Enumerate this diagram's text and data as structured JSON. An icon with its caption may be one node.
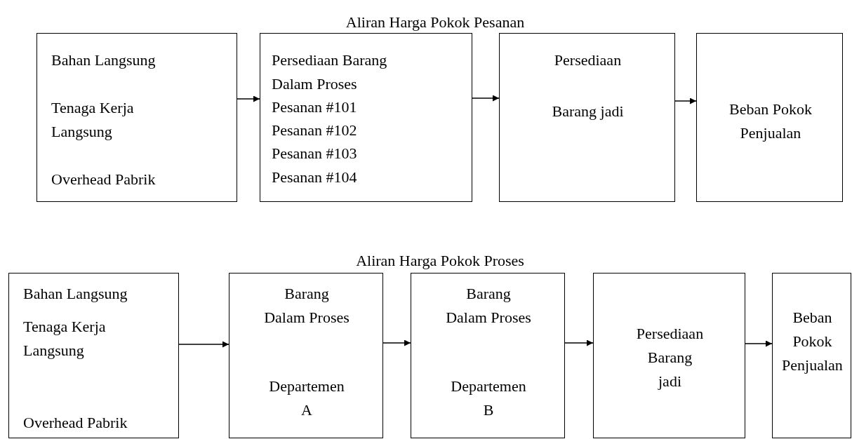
{
  "diagram": {
    "nodes": [
      {
        "text": [
          "Bahan Langsung",
          "Tenaga Kerja Langsung",
          "Overhead Pabrik"
        ]
      },
      {
        "text": [
          "Persediaan Barang Dalam Proses",
          "Pesanan #101",
          "Pesanan #102",
          "Pesanan #103",
          "Pesanan #104"
        ]
      },
      {
        "text": [
          "Persediaan",
          "Barang jadi"
        ]
      },
      {
        "text": [
          "Beban Pokok Penjualan"
        ]
      },
      {
        "text": [
          "Bahan Langsung",
          "Tenaga Kerja Langsung",
          "Overhead Pabrik"
        ]
      },
      {
        "text": [
          "Barang Dalam Proses",
          "Departemen A"
        ]
      },
      {
        "text": [
          "Barang Dalam Proses",
          "Departemen B"
        ]
      },
      {
        "text": [
          "Persediaan Barang jadi"
        ]
      },
      {
        "text": [
          "Beban Pokok Penjualan"
        ]
      }
    ],
    "edges": [
      {
        "from": 0,
        "to": 1,
        "arrow": "to"
      },
      {
        "from": 1,
        "to": 2,
        "arrow": "to"
      },
      {
        "from": 2,
        "to": 3,
        "arrow": "to"
      },
      {
        "from": 4,
        "to": 5,
        "arrow": "to"
      },
      {
        "from": 5,
        "to": 6,
        "arrow": "to"
      },
      {
        "from": 6,
        "to": 7,
        "arrow": "to"
      },
      {
        "from": 7,
        "to": 8,
        "arrow": "to"
      }
    ],
    "labels": [
      "Aliran Harga Pokok Pesanan",
      "Aliran Harga Pokok Proses"
    ]
  }
}
